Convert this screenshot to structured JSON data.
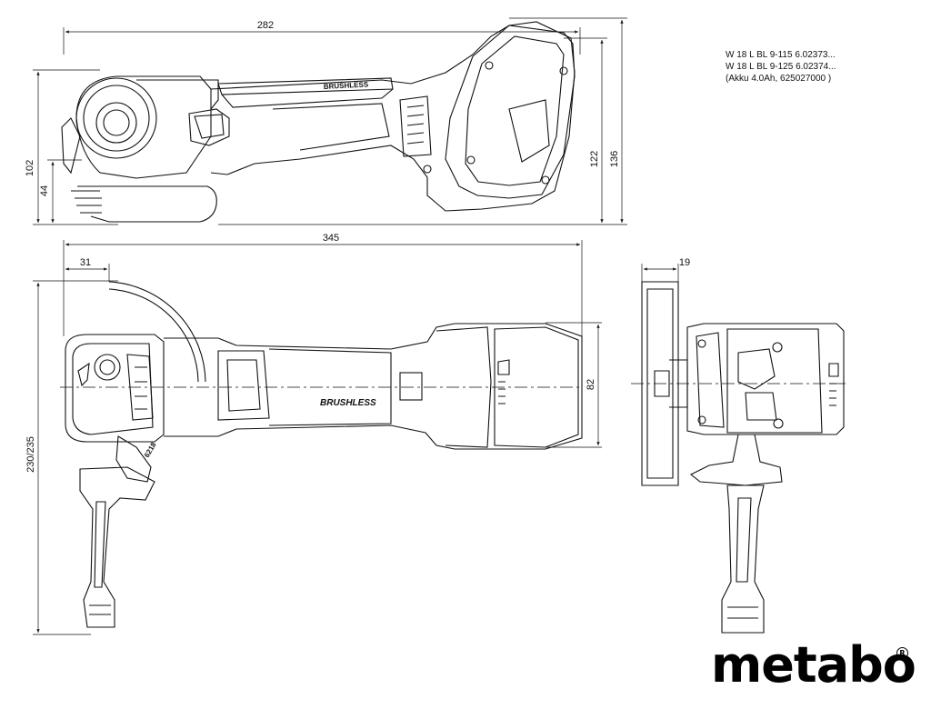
{
  "dimensions": {
    "top_length": "282",
    "height_102": "102",
    "height_44": "44",
    "height_122": "122",
    "height_136": "136",
    "overall_length": "345",
    "offset_31": "31",
    "width_230_235": "230/235",
    "width_82": "82",
    "depth_19": "19"
  },
  "labels": {
    "brand_top": "BRUSHLESS",
    "brand_plan": "BRUSHLESS",
    "speed_marking": "6218"
  },
  "spec": {
    "line1": "W 18 L BL 9-115   6.02373...",
    "line2": "W 18 L BL 9-125   6.02374...",
    "line3": "(Akku 4.0Ah, 625027000 )"
  },
  "logo": {
    "text": "metabo",
    "mark": "R"
  }
}
